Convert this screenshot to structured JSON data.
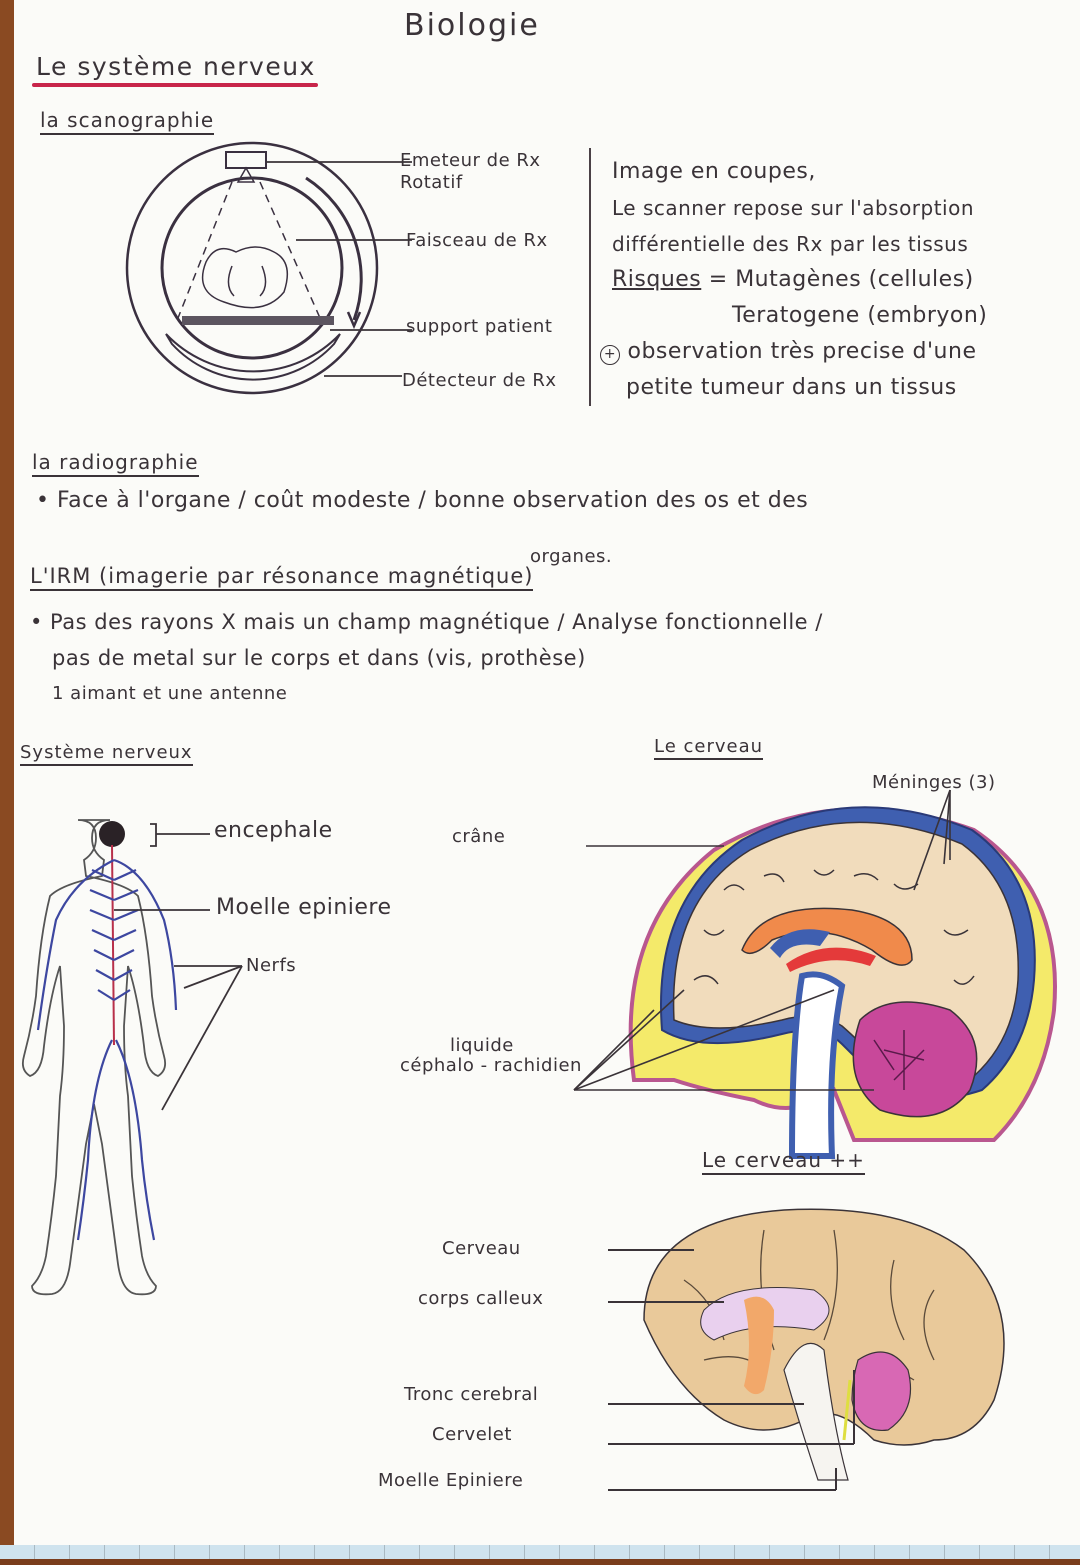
{
  "page": {
    "title": "Biologie",
    "main_heading": "Le système nerveux"
  },
  "scanographie": {
    "heading": "la scanographie",
    "diagram_labels": [
      "Emeteur de Rx Rotatif",
      "Faisceau de Rx",
      "support patient",
      "Détecteur de Rx"
    ],
    "label_1a": "Emeteur de Rx",
    "label_1b": "Rotatif",
    "label_2": "Faisceau de Rx",
    "label_3": "support patient",
    "label_4": "Détecteur de Rx",
    "notes": {
      "line1": "Image en coupes,",
      "line2": "Le scanner repose sur l'absorption",
      "line3": "différentielle des Rx par les tissus",
      "risques_label": "Risques",
      "risques_eq": "= Mutagènes (cellules)",
      "risques_2": "Teratogene (embryon)",
      "plus_symbol": "+",
      "plus_line1": "observation très precise d'une",
      "plus_line2": "petite tumeur dans un tissus"
    }
  },
  "radiographie": {
    "heading": "la radiographie",
    "bullet": "• Face à l'organe / coût modeste / bonne observation des os et des",
    "bullet_cont": "organes."
  },
  "irm": {
    "heading": "L'IRM (imagerie par résonance magnétique)",
    "line1": "• Pas des rayons X mais un champ magnétique / Analyse fonctionnelle /",
    "line2": "pas de metal sur le corps et dans (vis, prothèse)",
    "line3": "1 aimant et une antenne"
  },
  "systeme_nerveux": {
    "heading": "Système nerveux",
    "labels": {
      "encephale": "encephale",
      "moelle": "Moelle epiniere",
      "nerfs": "Nerfs"
    }
  },
  "cerveau": {
    "heading": "Le cerveau",
    "labels": {
      "crane": "crâne",
      "meninges": "Méninges (3)",
      "liquide_1": "liquide",
      "liquide_2": "céphalo - rachidien"
    },
    "colors": {
      "skull_outline": "#b9578f",
      "csf_yellow": "#f4ea6a",
      "meninges_blue": "#3f5fb0",
      "brain_tan": "#f1dcbc",
      "corpus_orange": "#f08a4b",
      "cerebellum_magenta": "#c8489a"
    }
  },
  "cerveau_plus": {
    "heading": "Le cerveau ++",
    "labels": {
      "cerveau": "Cerveau",
      "corps_calleux": "corps calleux",
      "tronc": "Tronc cerebral",
      "cervelet": "Cervelet",
      "moelle": "Moelle Epiniere"
    }
  }
}
